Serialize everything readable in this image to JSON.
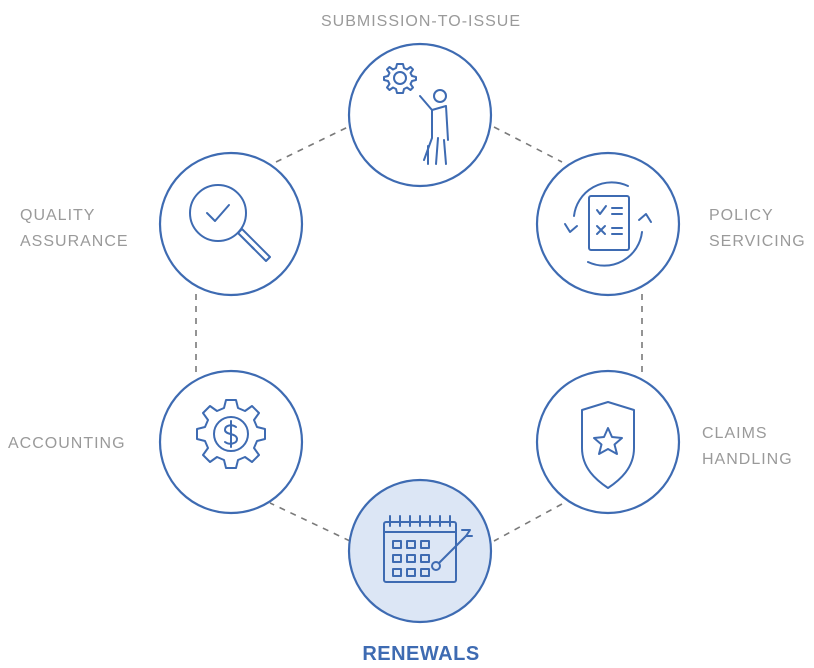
{
  "colors": {
    "accent": "#3e6bb2",
    "active_fill": "#dce6f5",
    "label": "#9a9a9a",
    "connector": "#7a7a7a"
  },
  "nodes": {
    "submission": {
      "label_1": "SUBMISSION-TO-ISSUE",
      "icon": "person-gear-icon"
    },
    "policy": {
      "label_1": "POLICY",
      "label_2": "SERVICING",
      "icon": "refresh-checklist-icon"
    },
    "claims": {
      "label_1": "CLAIMS",
      "label_2": "HANDLING",
      "icon": "shield-star-icon"
    },
    "renewals": {
      "label_1": "RENEWALS",
      "icon": "calendar-arrow-icon",
      "active": true
    },
    "accounting": {
      "label_1": "ACCOUNTING",
      "icon": "gear-dollar-icon"
    },
    "quality": {
      "label_1": "QUALITY",
      "label_2": "ASSURANCE",
      "icon": "magnifier-check-icon"
    }
  }
}
